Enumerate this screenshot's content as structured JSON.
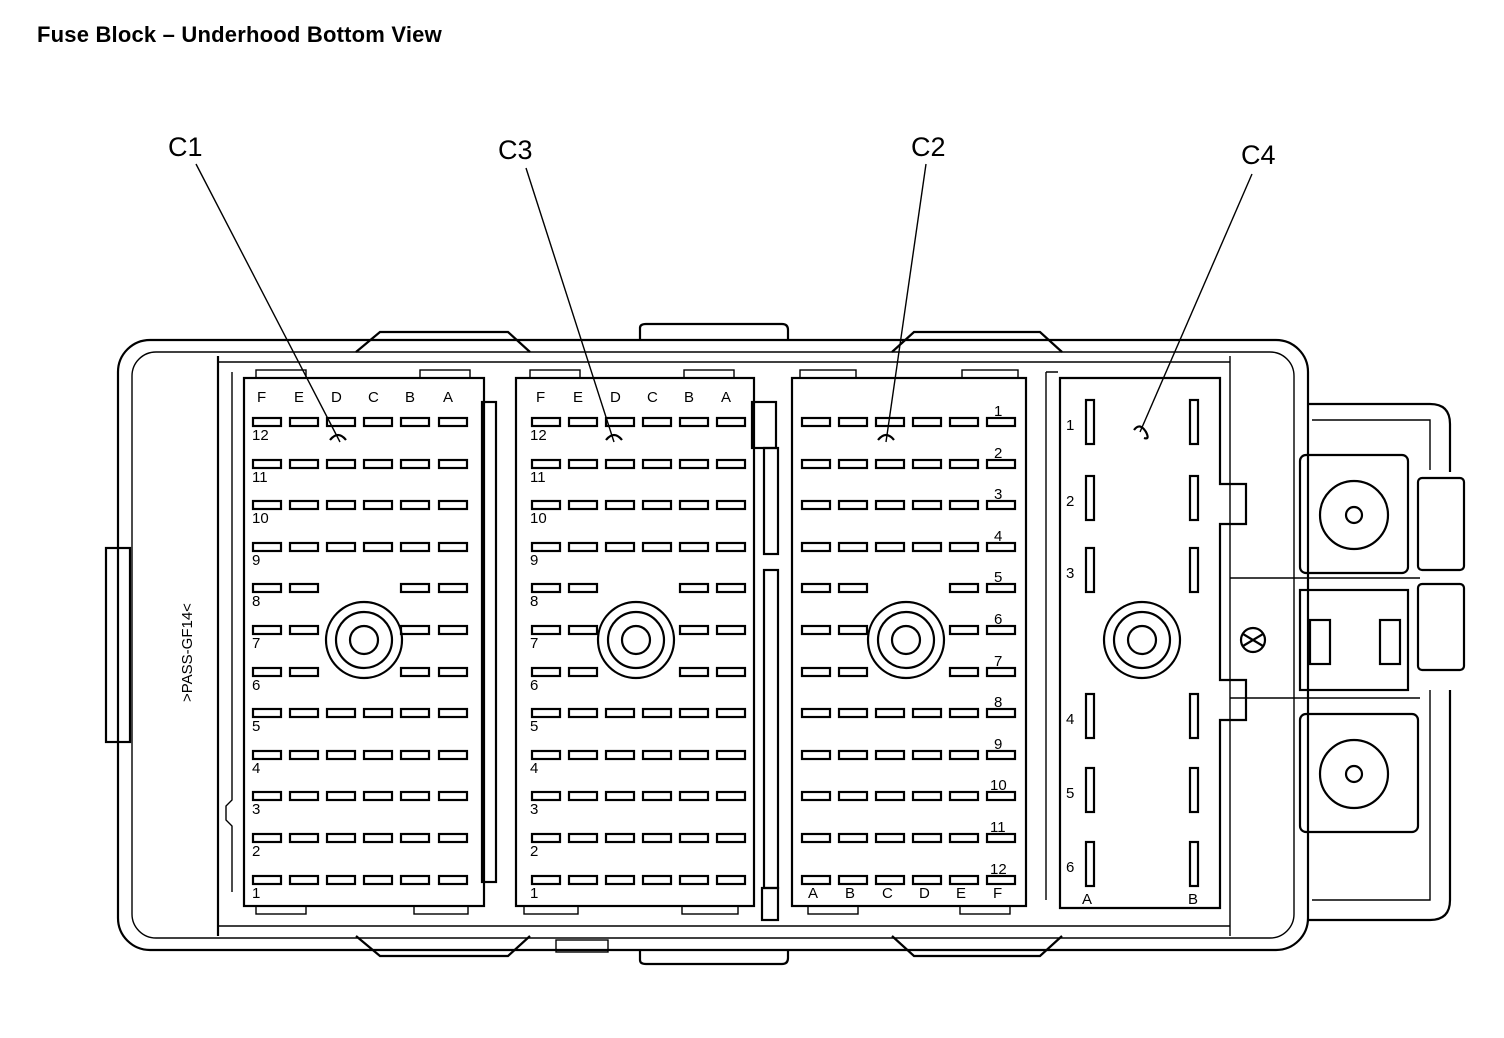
{
  "title": "Fuse Block – Underhood Bottom View",
  "side_label": ">PASS-GF14<",
  "callouts": {
    "c1": "C1",
    "c3": "C3",
    "c2": "C2",
    "c4": "C4"
  },
  "c1": {
    "columns": [
      "F",
      "E",
      "D",
      "C",
      "B",
      "A"
    ],
    "rows": [
      "12",
      "11",
      "10",
      "9",
      "8",
      "7",
      "6",
      "5",
      "4",
      "3",
      "2",
      "1"
    ]
  },
  "c3": {
    "columns": [
      "F",
      "E",
      "D",
      "C",
      "B",
      "A"
    ],
    "rows": [
      "12",
      "11",
      "10",
      "9",
      "8",
      "7",
      "6",
      "5",
      "4",
      "3",
      "2",
      "1"
    ]
  },
  "c2": {
    "rows": [
      "1",
      "2",
      "3",
      "4",
      "5",
      "6",
      "7",
      "8",
      "9",
      "10",
      "11",
      "12"
    ],
    "columns": [
      "A",
      "B",
      "C",
      "D",
      "E",
      "F"
    ]
  },
  "c4": {
    "rows": [
      "1",
      "2",
      "3",
      "4",
      "5",
      "6"
    ],
    "columns": [
      "A",
      "B"
    ]
  }
}
